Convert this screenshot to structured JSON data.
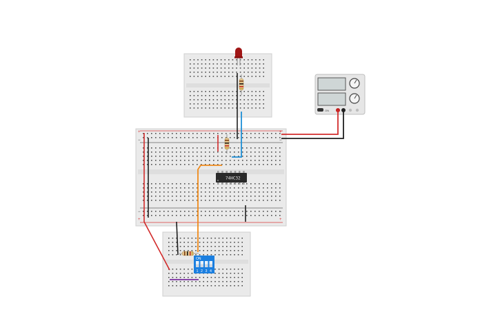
{
  "circuit": {
    "chip_label": "74HC32",
    "dip_switch": {
      "on_label": "ON",
      "position_labels": [
        "1",
        "2",
        "3",
        "4"
      ]
    },
    "power_supply": {
      "brand_label": "ON",
      "display_top": "",
      "display_bottom": ""
    }
  },
  "colors": {
    "board": "#eaeaea",
    "board_border": "#cfcfcf",
    "hole": "#4d4d4d",
    "rail_red": "#d9393a",
    "rail_black": "#222222",
    "wire_red": "#d22b2b",
    "wire_black": "#1f1f1f",
    "wire_blue": "#1e8fd6",
    "wire_orange": "#f08a1a",
    "wire_purple": "#7a2fa0",
    "chip": "#2a2a2a",
    "dip": "#1b7fe0",
    "led": "#a01616"
  }
}
